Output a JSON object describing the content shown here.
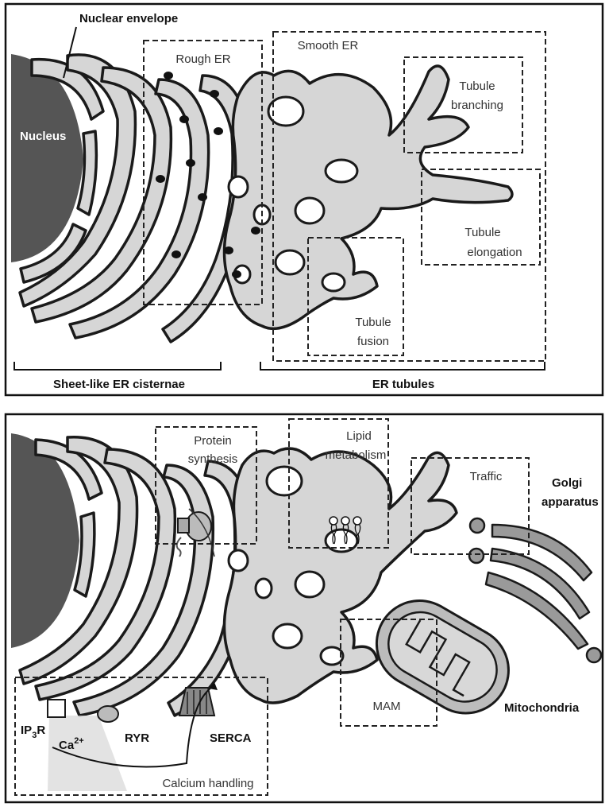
{
  "top_panel": {
    "nuclear_envelope": "Nuclear envelope",
    "nucleus": "Nucleus",
    "rough_er": "Rough ER",
    "smooth_er": "Smooth ER",
    "tubule_branching_1": "Tubule",
    "tubule_branching_2": "branching",
    "tubule_elongation_1": "Tubule",
    "tubule_elongation_2": "elongation",
    "tubule_fusion_1": "Tubule",
    "tubule_fusion_2": "fusion",
    "sheet_like": "Sheet-like ER cisternae",
    "er_tubules": "ER tubules"
  },
  "bottom_panel": {
    "protein_synthesis_1": "Protein",
    "protein_synthesis_2": "synthesis",
    "lipid_metabolism_1": "Lipid",
    "lipid_metabolism_2": "metabolism",
    "traffic": "Traffic",
    "golgi_1": "Golgi",
    "golgi_2": "apparatus",
    "ip3r_main": "IP",
    "ip3r_sub": "3",
    "ip3r_tail": "R",
    "ca_main": "Ca",
    "ca_sup": "2+",
    "ryr": "RYR",
    "serca": "SERCA",
    "calcium_handling": "Calcium handling",
    "mam": "MAM",
    "mitochondria": "Mitochondria"
  },
  "colors": {
    "nucleus": "#555555",
    "er_fill": "#d6d6d6",
    "outline": "#1a1a1a",
    "ribosome": "#111111"
  }
}
